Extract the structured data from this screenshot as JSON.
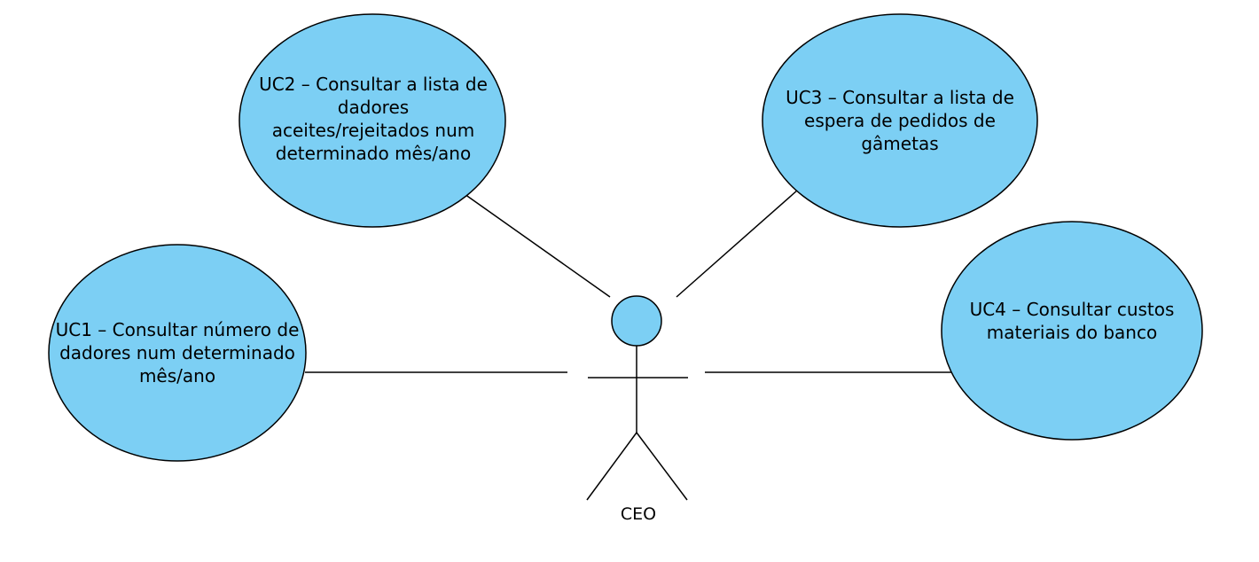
{
  "use_cases": [
    {
      "id": "uc1",
      "label": "UC1 – Consultar número de dadores num determinado mês/ano"
    },
    {
      "id": "uc2",
      "label": "UC2 – Consultar a lista de dadores aceites/rejeitados num determinado mês/ano"
    },
    {
      "id": "uc3",
      "label": "UC3 – Consultar a lista de espera de pedidos de gâmetas"
    },
    {
      "id": "uc4",
      "label": "UC4 – Consultar custos materiais do banco"
    }
  ],
  "actor": {
    "name": "CEO"
  },
  "colors": {
    "fill": "#7ccff4",
    "stroke": "#000000"
  }
}
